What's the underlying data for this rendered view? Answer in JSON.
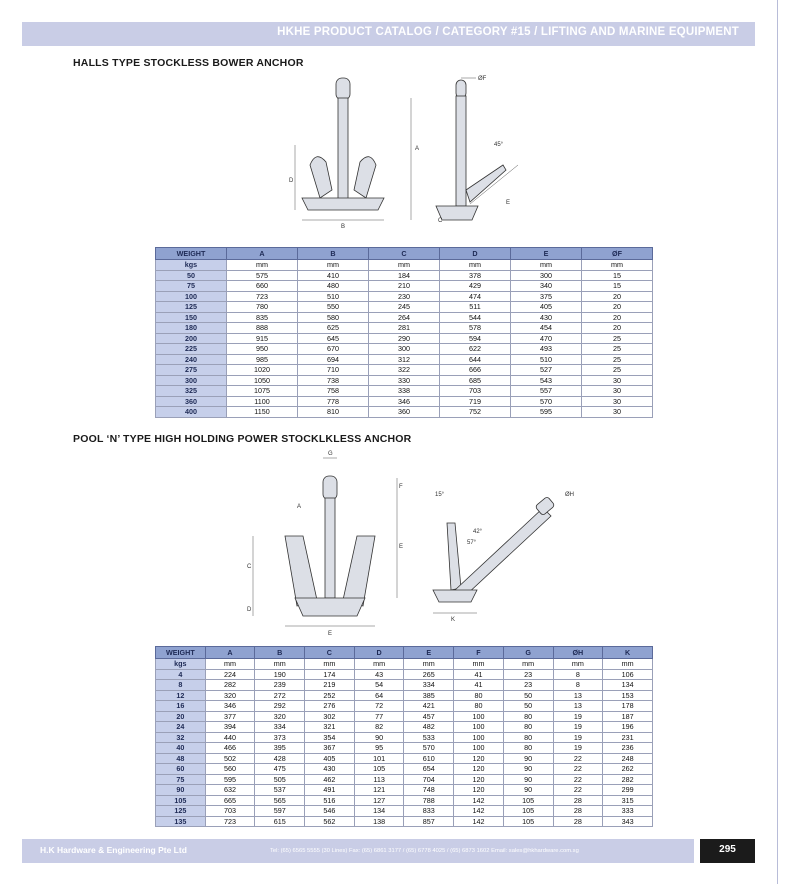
{
  "header": {
    "title": "HKHE PRODUCT CATALOG / CATEGORY #15 / LIFTING AND MARINE EQUIPMENT"
  },
  "section1": {
    "title": "HALLS TYPE STOCKLESS BOWER ANCHOR",
    "drawing_labels": {
      "a": "A",
      "b": "B",
      "c": "C",
      "d": "D",
      "e": "E",
      "f": "ØF",
      "angle": "45°"
    },
    "table": {
      "headers": [
        "WEIGHT",
        "A",
        "B",
        "C",
        "D",
        "E",
        "ØF"
      ],
      "units": [
        "kgs",
        "mm",
        "mm",
        "mm",
        "mm",
        "mm",
        "mm"
      ],
      "rows": [
        [
          "50",
          "575",
          "410",
          "184",
          "378",
          "300",
          "15"
        ],
        [
          "75",
          "660",
          "480",
          "210",
          "429",
          "340",
          "15"
        ],
        [
          "100",
          "723",
          "510",
          "230",
          "474",
          "375",
          "20"
        ],
        [
          "125",
          "780",
          "550",
          "245",
          "511",
          "405",
          "20"
        ],
        [
          "150",
          "835",
          "580",
          "264",
          "544",
          "430",
          "20"
        ],
        [
          "180",
          "888",
          "625",
          "281",
          "578",
          "454",
          "20"
        ],
        [
          "200",
          "915",
          "645",
          "290",
          "594",
          "470",
          "25"
        ],
        [
          "225",
          "950",
          "670",
          "300",
          "622",
          "493",
          "25"
        ],
        [
          "240",
          "985",
          "694",
          "312",
          "644",
          "510",
          "25"
        ],
        [
          "275",
          "1020",
          "710",
          "322",
          "666",
          "527",
          "25"
        ],
        [
          "300",
          "1050",
          "738",
          "330",
          "685",
          "543",
          "30"
        ],
        [
          "325",
          "1075",
          "758",
          "338",
          "703",
          "557",
          "30"
        ],
        [
          "360",
          "1100",
          "778",
          "346",
          "719",
          "570",
          "30"
        ],
        [
          "400",
          "1150",
          "810",
          "360",
          "752",
          "595",
          "30"
        ]
      ]
    }
  },
  "section2": {
    "title": "POOL ‘N’ TYPE HIGH HOLDING POWER STOCKLKLESS ANCHOR",
    "drawing_labels": {
      "a": "A",
      "c": "C",
      "d": "D",
      "e": "E",
      "f": "F",
      "g": "G",
      "h": "ØH",
      "k": "K",
      "angle1": "15°",
      "angle2": "42°",
      "angle3": "57°"
    },
    "table": {
      "headers": [
        "WEIGHT",
        "A",
        "B",
        "C",
        "D",
        "E",
        "F",
        "G",
        "ØH",
        "K"
      ],
      "units": [
        "kgs",
        "mm",
        "mm",
        "mm",
        "mm",
        "mm",
        "mm",
        "mm",
        "mm",
        "mm"
      ],
      "rows": [
        [
          "4",
          "224",
          "190",
          "174",
          "43",
          "265",
          "41",
          "23",
          "8",
          "106"
        ],
        [
          "8",
          "282",
          "239",
          "219",
          "54",
          "334",
          "41",
          "23",
          "8",
          "134"
        ],
        [
          "12",
          "320",
          "272",
          "252",
          "64",
          "385",
          "80",
          "50",
          "13",
          "153"
        ],
        [
          "16",
          "346",
          "292",
          "276",
          "72",
          "421",
          "80",
          "50",
          "13",
          "178"
        ],
        [
          "20",
          "377",
          "320",
          "302",
          "77",
          "457",
          "100",
          "80",
          "19",
          "187"
        ],
        [
          "24",
          "394",
          "334",
          "321",
          "82",
          "482",
          "100",
          "80",
          "19",
          "196"
        ],
        [
          "32",
          "440",
          "373",
          "354",
          "90",
          "533",
          "100",
          "80",
          "19",
          "231"
        ],
        [
          "40",
          "466",
          "395",
          "367",
          "95",
          "570",
          "100",
          "80",
          "19",
          "236"
        ],
        [
          "48",
          "502",
          "428",
          "405",
          "101",
          "610",
          "120",
          "90",
          "22",
          "248"
        ],
        [
          "60",
          "560",
          "475",
          "430",
          "105",
          "654",
          "120",
          "90",
          "22",
          "262"
        ],
        [
          "75",
          "595",
          "505",
          "462",
          "113",
          "704",
          "120",
          "90",
          "22",
          "282"
        ],
        [
          "90",
          "632",
          "537",
          "491",
          "121",
          "748",
          "120",
          "90",
          "22",
          "299"
        ],
        [
          "105",
          "665",
          "565",
          "516",
          "127",
          "788",
          "142",
          "105",
          "28",
          "315"
        ],
        [
          "125",
          "703",
          "597",
          "546",
          "134",
          "833",
          "142",
          "105",
          "28",
          "333"
        ],
        [
          "135",
          "723",
          "615",
          "562",
          "138",
          "857",
          "142",
          "105",
          "28",
          "343"
        ]
      ]
    }
  },
  "footer": {
    "company": "H.K Hardware & Engineering Pte Ltd",
    "contact": "Tel: (65) 6565 5555 (30 Lines)  Fax: (65) 6861 3177 / (65) 6778 4025 / (65) 6873 1602  Email: sales@hkhardware.com.sg",
    "page_number": "295"
  }
}
